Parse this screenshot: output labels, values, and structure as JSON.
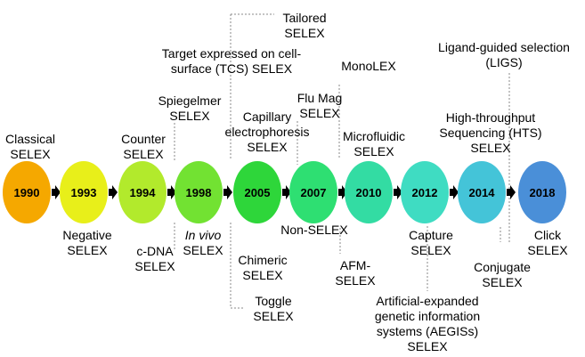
{
  "years": [
    {
      "label": "1990",
      "color": "#f5a800"
    },
    {
      "label": "1993",
      "color": "#e8ef1a"
    },
    {
      "label": "1994",
      "color": "#b2ea2c"
    },
    {
      "label": "1998",
      "color": "#72e232"
    },
    {
      "label": "2005",
      "color": "#2ed63a"
    },
    {
      "label": "2007",
      "color": "#2edf72"
    },
    {
      "label": "2010",
      "color": "#33dca3"
    },
    {
      "label": "2012",
      "color": "#3fdcc2"
    },
    {
      "label": "2014",
      "color": "#44c4d8"
    },
    {
      "label": "2018",
      "color": "#4a8fd8"
    }
  ],
  "methods": {
    "classical": [
      "Classical",
      "SELEX"
    ],
    "negative": [
      "Negative",
      "SELEX"
    ],
    "counter": [
      "Counter",
      "SELEX"
    ],
    "cdna": [
      "c-DNA",
      "SELEX"
    ],
    "invivo": [
      "In vivo",
      "SELEX"
    ],
    "spiegelmer": [
      "Spiegelmer",
      "SELEX"
    ],
    "tcs": [
      "Target expressed on cell-",
      "surface (TCS) SELEX"
    ],
    "tailored": [
      "Tailored",
      "SELEX"
    ],
    "capillary": [
      "Capillary",
      "electrophoresis",
      "SELEX"
    ],
    "chimeric": [
      "Chimeric",
      "SELEX"
    ],
    "toggle": [
      "Toggle",
      "SELEX"
    ],
    "flumag": [
      "Flu Mag",
      "SELEX"
    ],
    "nonselex": "Non-SELEX",
    "monolex": "MonoLEX",
    "microfluidic": [
      "Microfluidic",
      "SELEX"
    ],
    "afm": [
      "AFM-",
      "SELEX"
    ],
    "capture": [
      "Capture",
      "SELEX"
    ],
    "aegis": [
      "Artificial-expanded",
      "genetic information",
      "systems (AEGISs)",
      "SELEX"
    ],
    "ligs": [
      "Ligand-guided selection",
      "(LIGS)"
    ],
    "hts": [
      "High-throughput",
      "Sequencing (HTS)",
      "SELEX"
    ],
    "conjugate": [
      "Conjugate",
      "SELEX"
    ],
    "click": [
      "Click",
      "SELEX"
    ]
  }
}
